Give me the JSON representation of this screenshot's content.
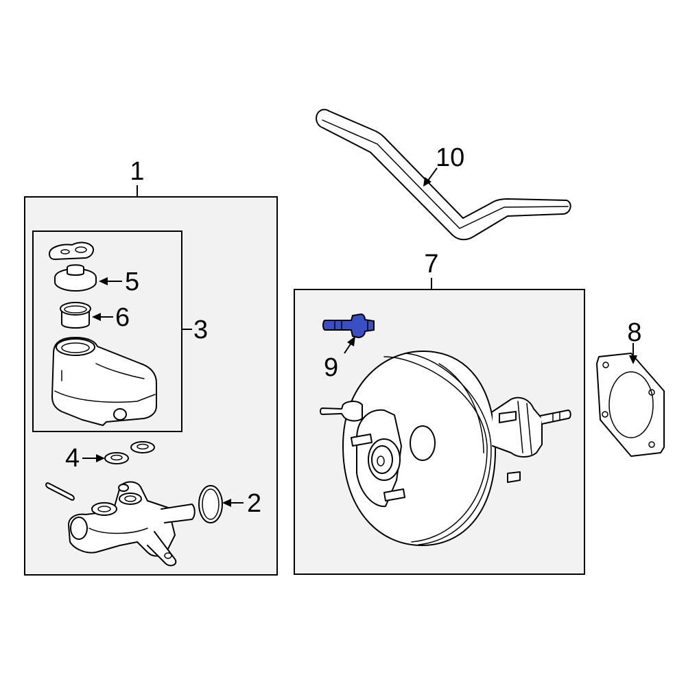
{
  "callouts": {
    "c1": "1",
    "c2": "2",
    "c3": "3",
    "c4": "4",
    "c5": "5",
    "c6": "6",
    "c7": "7",
    "c8": "8",
    "c9": "9",
    "c10": "10"
  },
  "colors": {
    "highlight": "#3b4fc4",
    "background": "#ffffff",
    "panel": "#f2f2f2",
    "line": "#000000"
  }
}
